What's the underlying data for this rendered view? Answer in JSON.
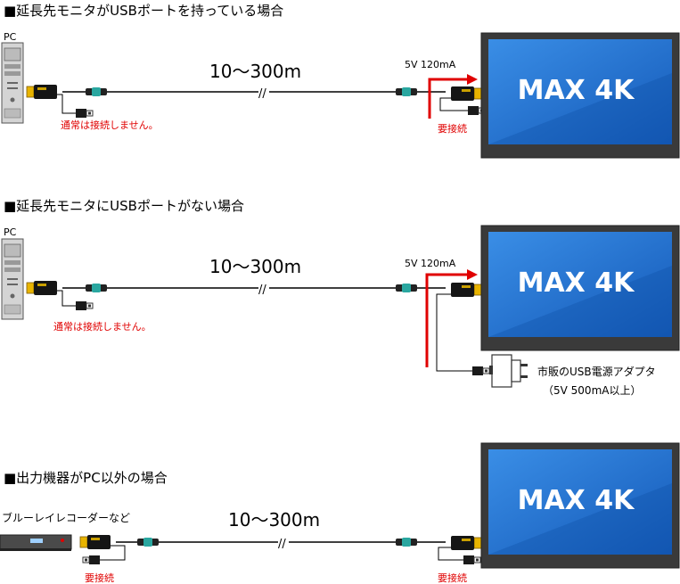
{
  "sections": [
    {
      "heading": "■延長先モニタがUSBポートを持っている場合",
      "pc_label": "PC",
      "distance": "10～300m",
      "power_label": "5V 120mA",
      "monitor_text": "MAX 4K",
      "note_pc": "通常は接続しません。",
      "note_monitor": "要接続"
    },
    {
      "heading": "■延長先モニタにUSBポートがない場合",
      "pc_label": "PC",
      "distance": "10～300m",
      "power_label": "5V 120mA",
      "monitor_text": "MAX 4K",
      "note_pc": "通常は接続しません。",
      "adapter_line1": "市販のUSB電源アダプタ",
      "adapter_line2": "（5V 500mA以上）"
    },
    {
      "heading": "■出力機器がPC以外の場合",
      "source_label": "ブルーレイレコーダーなど",
      "distance": "10～300m",
      "monitor_text": "MAX 4K",
      "note_source": "要接続",
      "note_monitor": "要接続"
    }
  ],
  "colors": {
    "monitor_frame": "#3a3a3a",
    "screen": "#1e6fd0",
    "arrow": "#e00000",
    "note_red": "#e00000",
    "plug_gold": "#d9a200",
    "cable_teal": "#2aa7a0"
  }
}
